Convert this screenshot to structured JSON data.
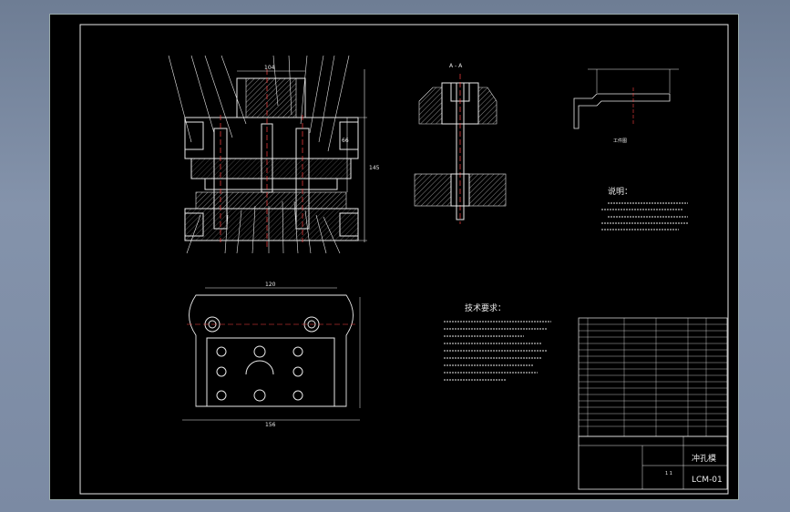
{
  "drawing": {
    "section_label": "A - A",
    "notes_title": "说明：",
    "tech_title": "技术要求：",
    "title_block": {
      "part_name": "冲孔模",
      "drawing_no": "LCM-01",
      "sheet": "1 1"
    },
    "dims": {
      "top_width": "104",
      "plan_width": "120",
      "plan_bottom": "156",
      "right_height": "145",
      "mid_height": "66"
    },
    "side_label": "工件图"
  },
  "colors": {
    "background": "#000000",
    "lines": "#e8e8e8",
    "accent": "#ff4040",
    "center": "#40ffff"
  }
}
